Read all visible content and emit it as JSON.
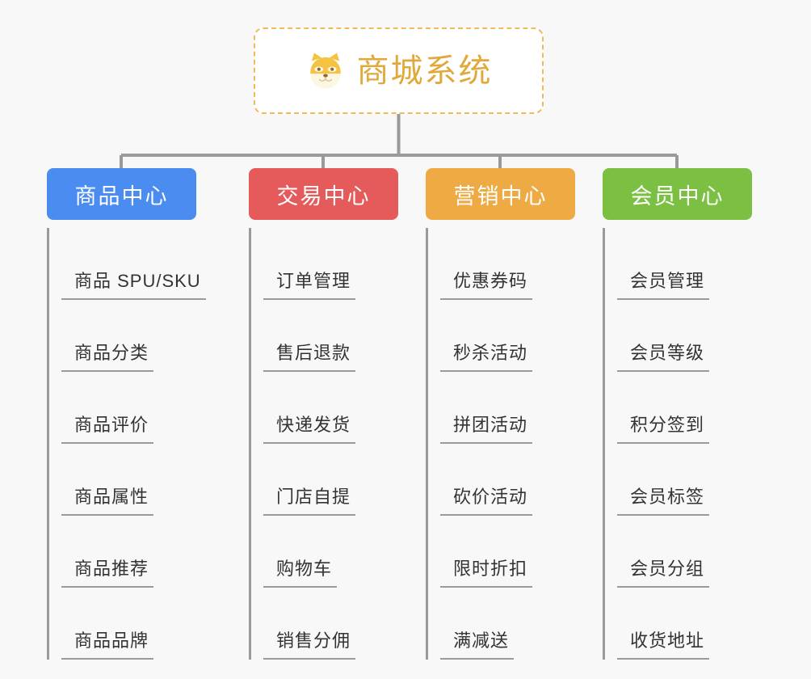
{
  "root": {
    "title": "商城系统",
    "icon": "shiba-dog-icon",
    "title_color": "#e0a93b",
    "border_color": "#f0b95a",
    "background": "#ffffff"
  },
  "canvas": {
    "background": "#f8f8f8",
    "connector_color": "#9a9a9a"
  },
  "branches": [
    {
      "label": "商品中心",
      "color": "#4a8cf0",
      "items": [
        "商品 SPU/SKU",
        "商品分类",
        "商品评价",
        "商品属性",
        "商品推荐",
        "商品品牌"
      ]
    },
    {
      "label": "交易中心",
      "color": "#e55b5b",
      "items": [
        "订单管理",
        "售后退款",
        "快递发货",
        "门店自提",
        "购物车",
        "销售分佣"
      ]
    },
    {
      "label": "营销中心",
      "color": "#eeab43",
      "items": [
        "优惠券码",
        "秒杀活动",
        "拼团活动",
        "砍价活动",
        "限时折扣",
        "满减送"
      ]
    },
    {
      "label": "会员中心",
      "color": "#7bc043",
      "items": [
        "会员管理",
        "会员等级",
        "积分签到",
        "会员标签",
        "会员分组",
        "收货地址"
      ]
    }
  ]
}
